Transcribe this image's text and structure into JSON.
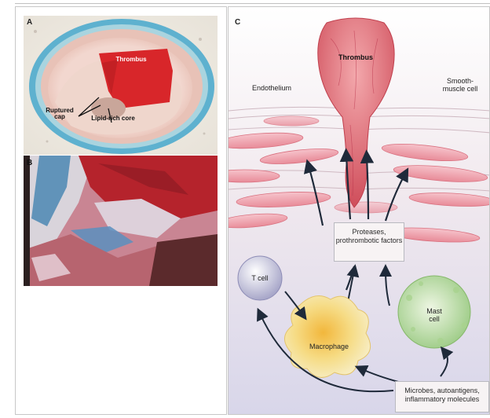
{
  "panels": {
    "a": {
      "letter": "A",
      "labels": {
        "thrombus": "Thrombus",
        "ruptured_cap": "Ruptured cap",
        "lipid_core": "Lipid-rich core"
      }
    },
    "b": {
      "letter": "B"
    },
    "c": {
      "letter": "C",
      "labels": {
        "thrombus": "Thrombus",
        "endothelium": "Endothelium",
        "smooth_muscle": "Smooth-muscle cell",
        "proteases": "Proteases, prothrombotic factors",
        "t_cell": "T cell",
        "macrophage": "Macrophage",
        "mast_cell": "Mast cell",
        "microbes": "Microbes, autoantigens, inflammatory molecules"
      }
    }
  },
  "colors": {
    "thrombus_red": "#d8262a",
    "stain_blue": "#4aa7c9",
    "tissue_pink": "#e8a2ae",
    "background_lavender": "#dad8ea",
    "macrophage_yellow": "#f3d56b",
    "mast_green": "#b9d9a2"
  }
}
